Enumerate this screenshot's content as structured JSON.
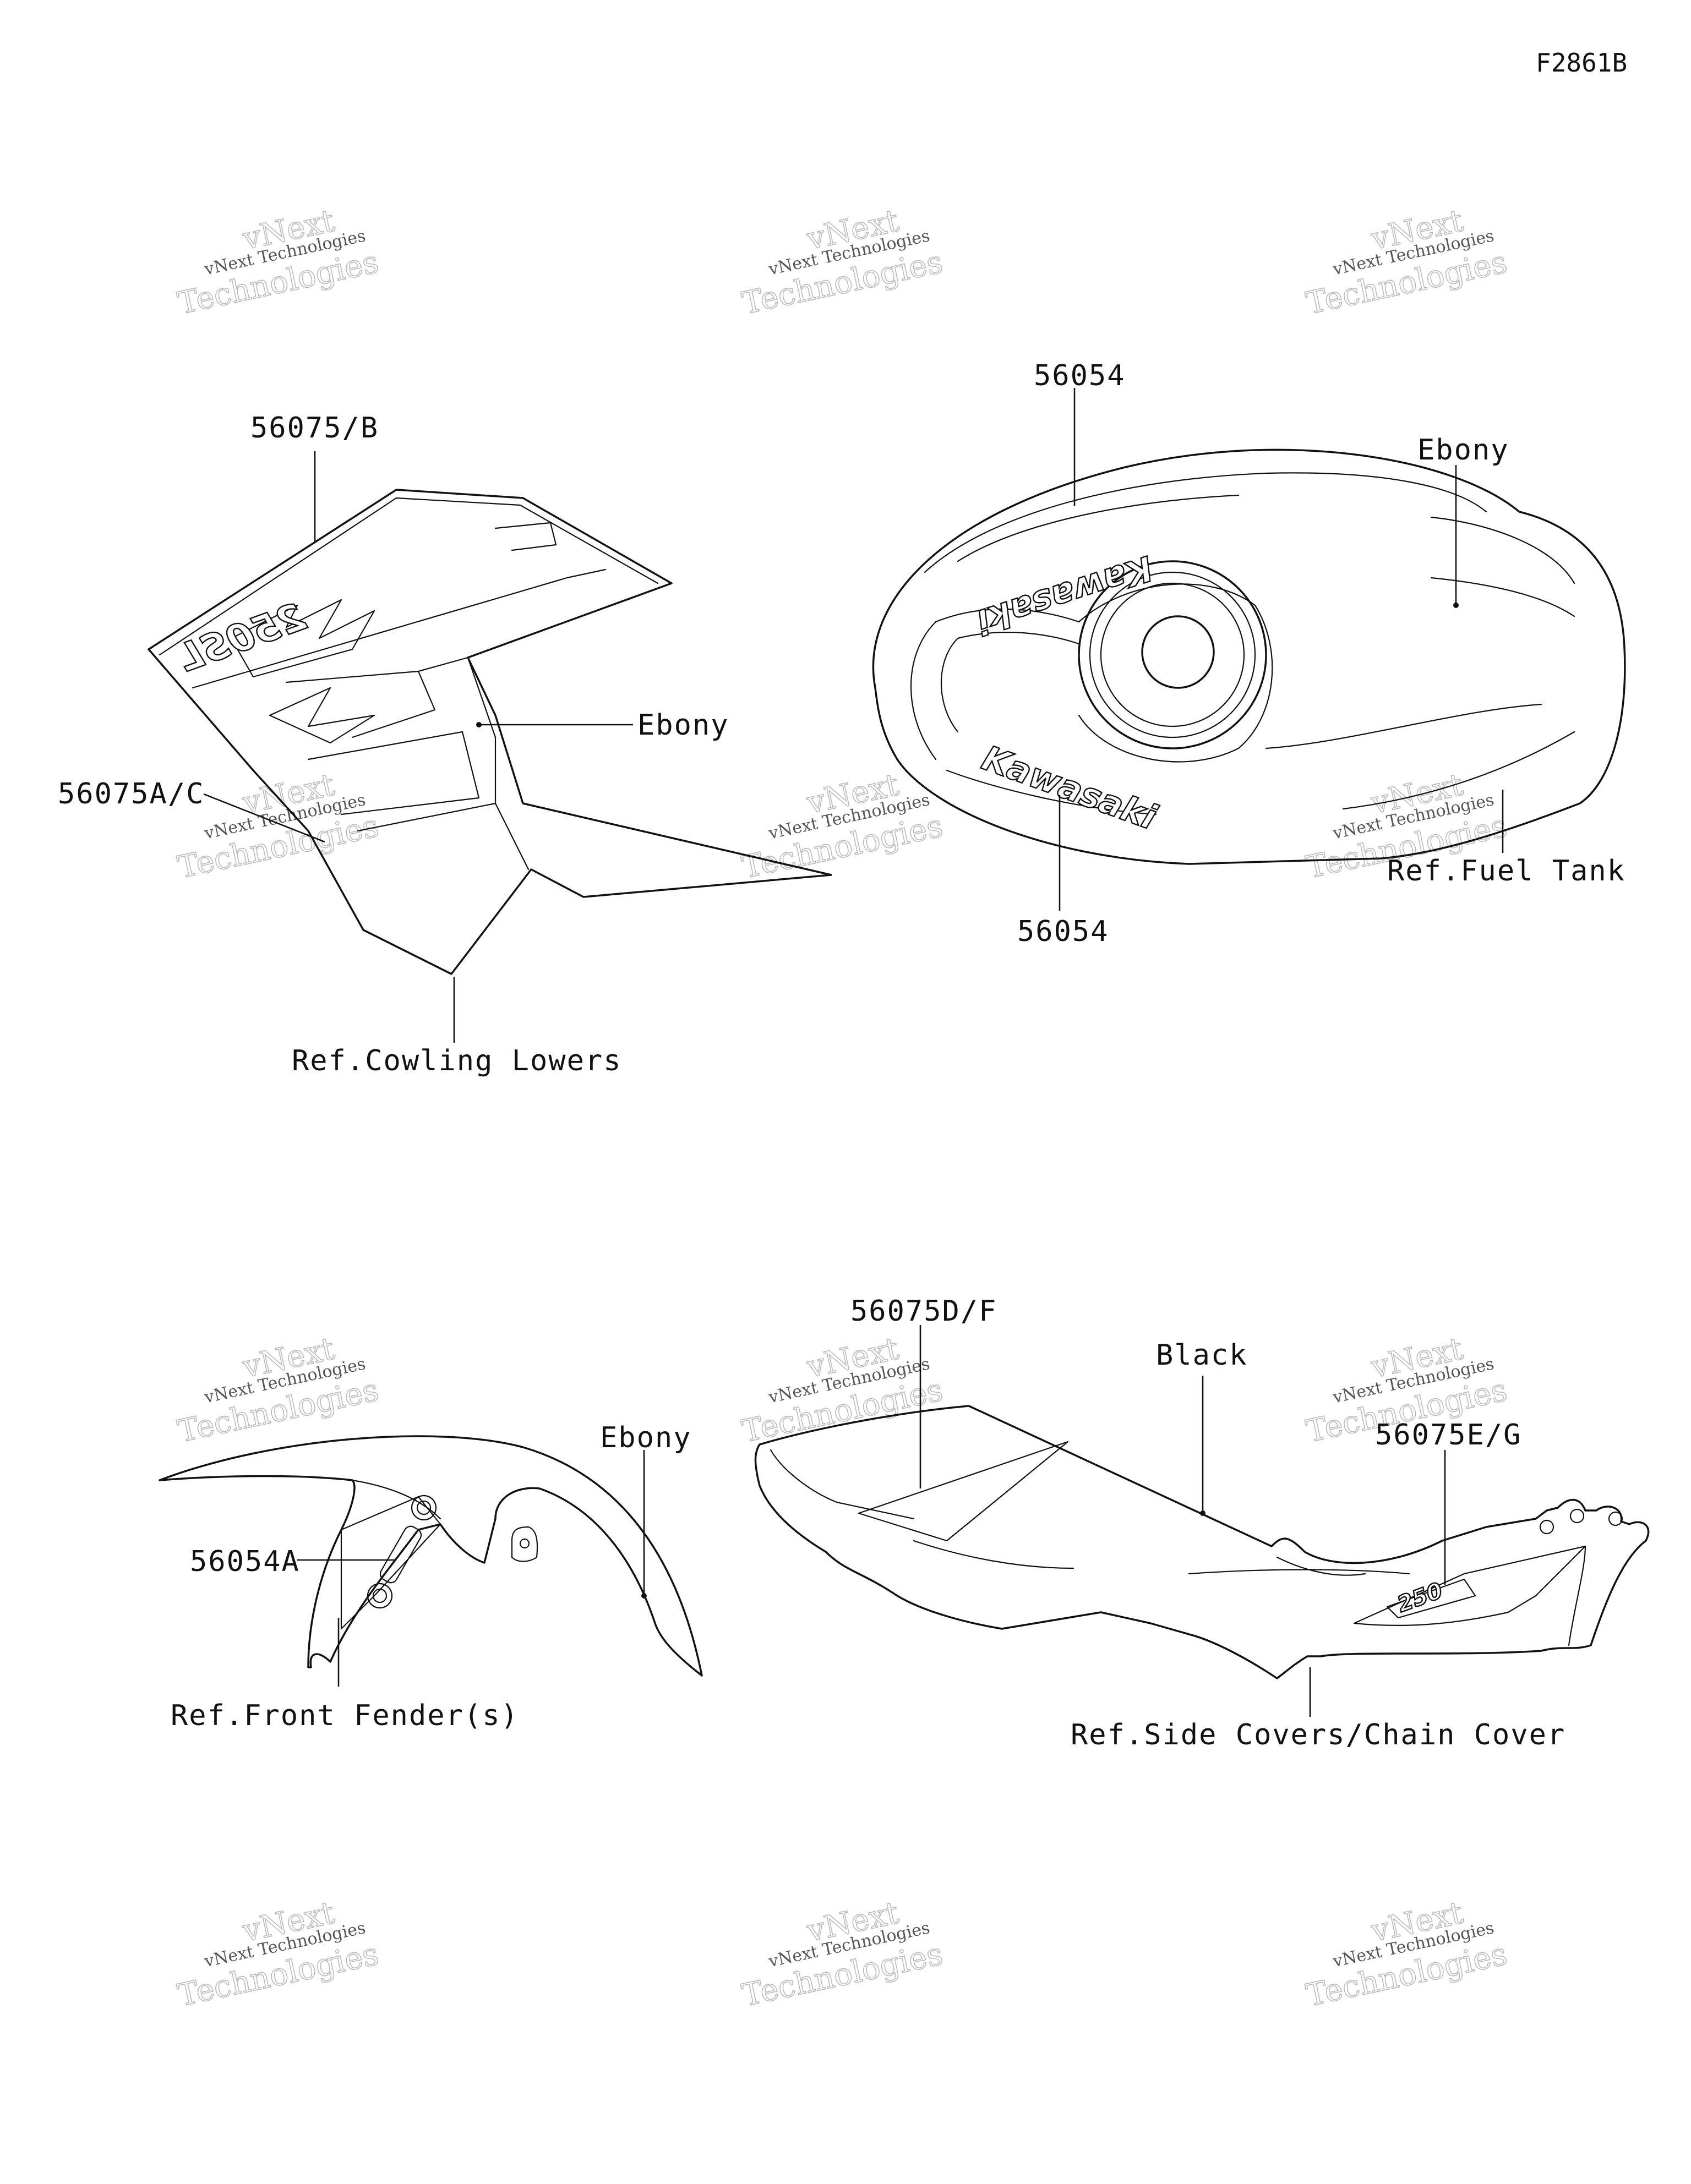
{
  "diagram_code": "F2861B",
  "watermark": {
    "line1": "vNext Technologies",
    "line2": "vNext",
    "line3": "Technologies"
  },
  "fuel_tank_logo": "Kawasaki",
  "cowling_badge": "250SL",
  "side_cover_badge": "250",
  "labels": {
    "cowl_part_top": "56075/B",
    "cowl_part_side": "56075A/C",
    "cowl_color": "Ebony",
    "cowl_ref": "Ref.Cowling Lowers",
    "tank_part_top": "56054",
    "tank_part_bottom": "56054",
    "tank_color": "Ebony",
    "tank_ref": "Ref.Fuel Tank",
    "fender_part": "56054A",
    "fender_color": "Ebony",
    "fender_ref": "Ref.Front Fender(s)",
    "side_part_left": "56075D/F",
    "side_part_right": "56075E/G",
    "side_color": "Black",
    "side_ref": "Ref.Side Covers/Chain Cover"
  }
}
